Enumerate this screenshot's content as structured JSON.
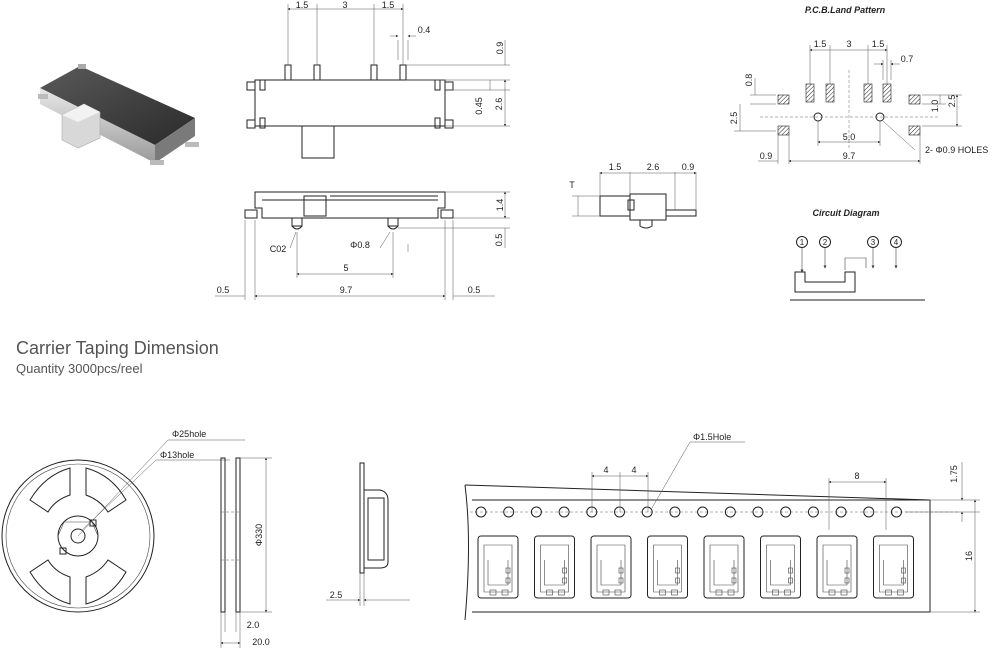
{
  "pcb": {
    "title": "P.C.B.Land Pattern",
    "d_1_5_a": "1.5",
    "d_3": "3",
    "d_1_5_b": "1.5",
    "d_0_7": "0.7",
    "d_0_8": "0.8",
    "d_2_5_left": "2.5",
    "d_1_0": "1.0",
    "d_2_5_right": "2.5",
    "d_5_0": "5.0",
    "d_0_9": "0.9",
    "d_9_7": "9.7",
    "holes": "2- Φ0.9 HOLES"
  },
  "circuit": {
    "title": "Circuit Diagram",
    "pins": [
      "1",
      "2",
      "3",
      "4"
    ]
  },
  "top_view": {
    "d_1_5_a": "1.5",
    "d_3": "3",
    "d_1_5_b": "1.5",
    "d_0_4": "0.4",
    "d_0_9": "0.9",
    "d_0_45": "0.45",
    "d_2_6": "2.6"
  },
  "front_view": {
    "d_1_4": "1.4",
    "d_0_5_right": "0.5",
    "c02": "C02",
    "phi_0_8": "Φ0.8",
    "d_5": "5",
    "d_0_5_left": "0.5",
    "d_9_7": "9.7",
    "d_0_5_bottom": "0.5"
  },
  "side_view": {
    "d_1_5": "1.5",
    "d_2_6": "2.6",
    "d_0_9": "0.9",
    "t_label": "T"
  },
  "taping": {
    "title": "Carrier Taping Dimension",
    "quantity": "Quantity 3000pcs/reel"
  },
  "reel": {
    "hole25": "Φ25hole",
    "hole13": "Φ13hole",
    "dia330": "Φ330",
    "d_2_0": "2.0",
    "d_20_0": "20.0"
  },
  "tape_side": {
    "d_2_5": "2.5"
  },
  "tape": {
    "hole": "Φ1.5Hole",
    "d_4_a": "4",
    "d_4_b": "4",
    "d_8": "8",
    "d_1_75": "1.75",
    "d_16": "16"
  }
}
